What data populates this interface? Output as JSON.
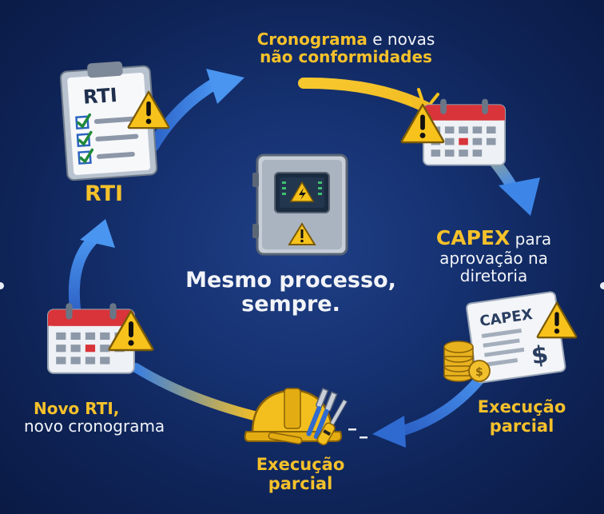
{
  "center": {
    "line1": "Mesmo processo,",
    "line2": "sempre."
  },
  "steps": {
    "rti": {
      "title": "RTI",
      "icon_text": "RTI"
    },
    "cronograma": {
      "line1_gold": "Cronograma",
      "line1_white": "e novas",
      "line2": "não conformidades"
    },
    "capex": {
      "title_gold": "CAPEX",
      "title_white": "para",
      "line2": "aprovação na",
      "line3": "diretoria",
      "icon_text": "CAPEX",
      "icon_symbol": "$"
    },
    "execucao_right": {
      "line1": "Execução",
      "line2": "parcial"
    },
    "execucao_bottom": {
      "line1": "Execução",
      "line2": "parcial"
    },
    "novo_rti": {
      "line1": "Novo RTI,",
      "line2": "novo cronograma"
    }
  },
  "icons": {
    "clipboard": "clipboard-checklist-icon",
    "warning": "warning-triangle-icon",
    "calendar": "calendar-icon",
    "panel": "electrical-panel-icon",
    "document": "capex-document-icon",
    "coins": "coin-stack-icon",
    "helmet": "hard-hat-icon",
    "tools": "tools-icon"
  },
  "colors": {
    "background": "#10275c",
    "accent_gold": "#f6c12a",
    "arrow_blue": "#3a82e6",
    "warning_yellow": "#f7c21b",
    "calendar_red": "#d8343a"
  }
}
